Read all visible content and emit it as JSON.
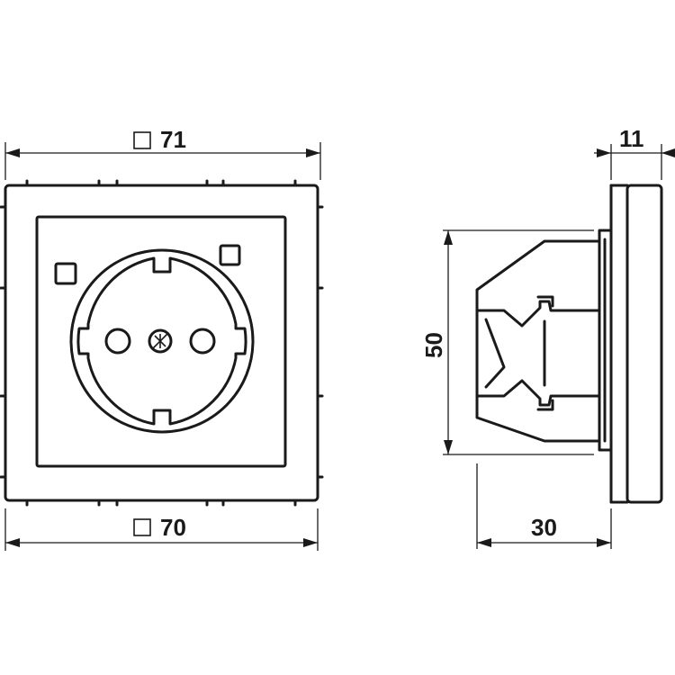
{
  "dimensions": {
    "frame_width_label": "□71",
    "insert_width_label": "□70",
    "depth_label": "11",
    "height_label": "50",
    "total_depth_label": "30"
  },
  "colors": {
    "line": "#1a1a1a",
    "background": "#ffffff"
  }
}
